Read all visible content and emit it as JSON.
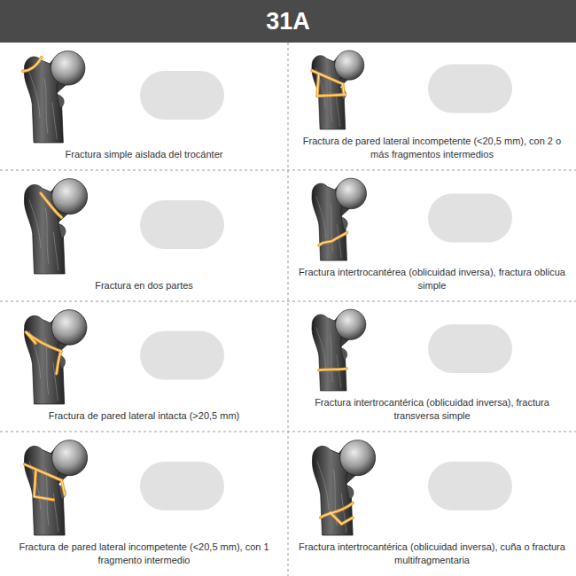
{
  "diagram": {
    "title": "31A",
    "labels": [
      "Fractura simple aislada del trocánter",
      "Fractura de pared lateral incompetente (<20,5 mm), con 2 o más fragmentos intermedios",
      "Fractura en dos partes",
      "Fractura intertrocantérea (oblicuidad inversa), fractura oblicua simple",
      "Fractura de pared lateral intacta (>20,5 mm)",
      "Fractura intertrocantérica (oblicuidad inversa), fractura transversa simple",
      "Fractura de pared lateral incompetente (<20,5 mm), con 1 fragmento intermedio",
      "Fractura intertrocantérica (oblicuidad inversa), cuña o fractura multifragmentaria"
    ]
  }
}
